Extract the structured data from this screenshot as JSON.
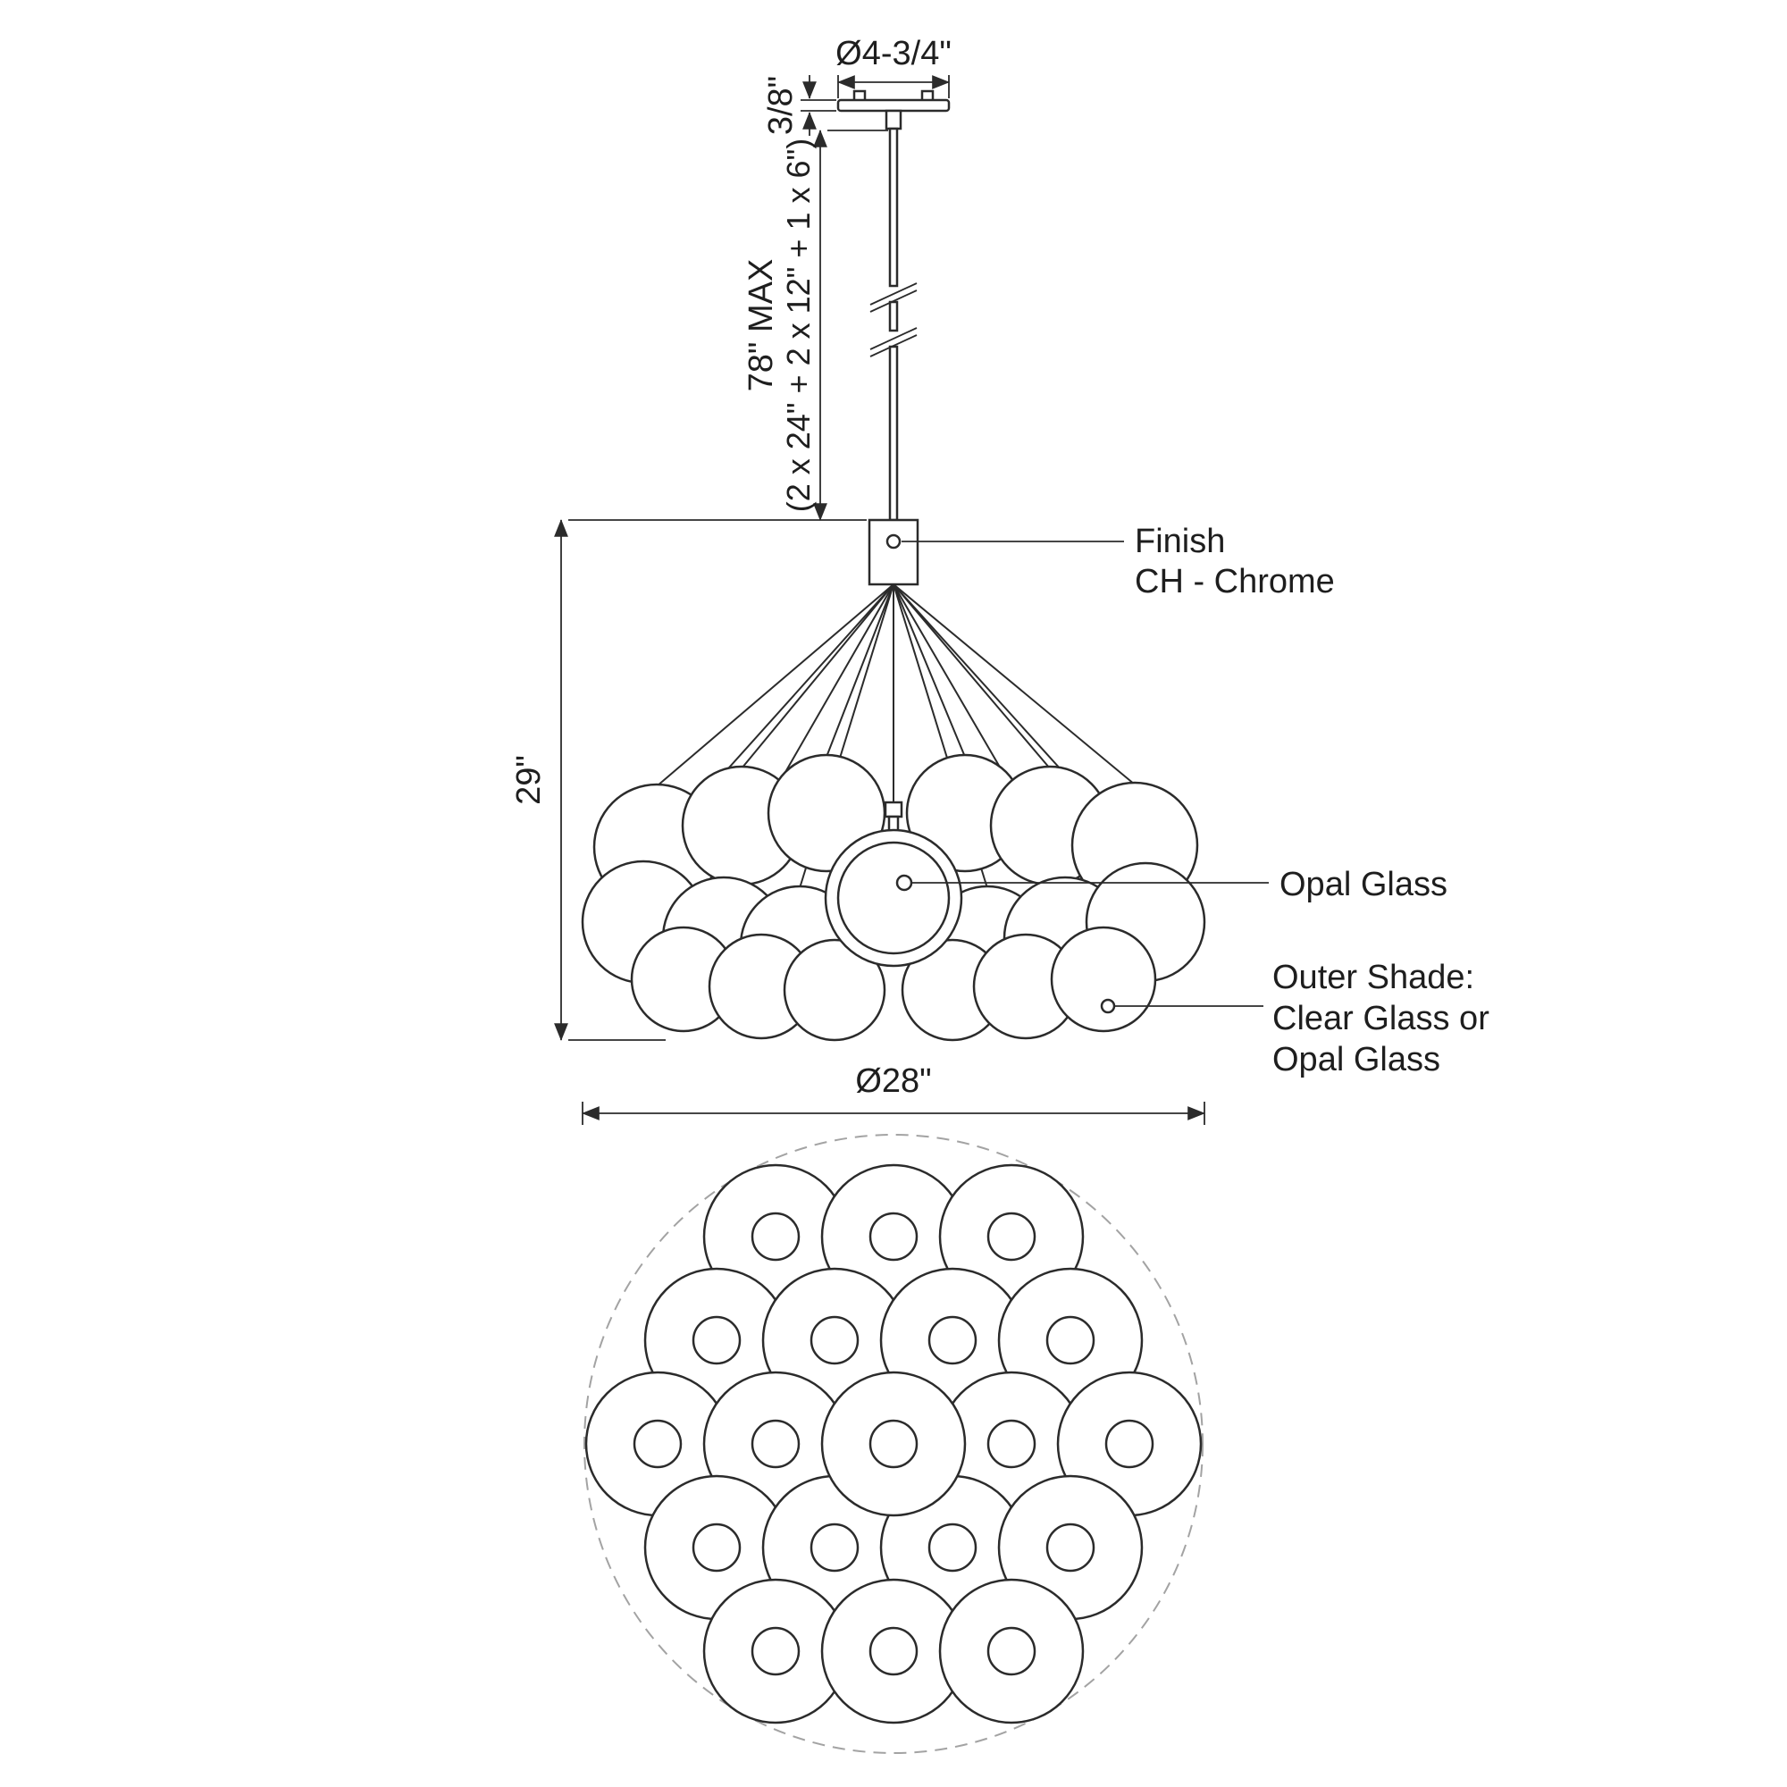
{
  "drawing": {
    "elevation": {
      "dim_canopy_diameter": "Ø4-3/4\"",
      "dim_canopy_thickness": "3/8\"",
      "dim_stem_max": "78\" MAX",
      "dim_stem_breakdown": "(2 x 24\" + 2 x 12\" + 1 x 6\")",
      "dim_body_height": "29\"",
      "callout_finish_line1": "Finish",
      "callout_finish_line2": "CH - Chrome",
      "callout_opal_glass": "Opal Glass",
      "callout_outer_shade_line1": "Outer Shade:",
      "callout_outer_shade_line2": "Clear Glass or",
      "callout_outer_shade_line3": "Opal Glass"
    },
    "plan": {
      "dim_overall_diameter": "Ø28\"",
      "sphere_count": 19
    },
    "colors": {
      "line": "#2b2b2b",
      "dashed_outline": "#a3a3a3",
      "background": "#ffffff"
    }
  }
}
